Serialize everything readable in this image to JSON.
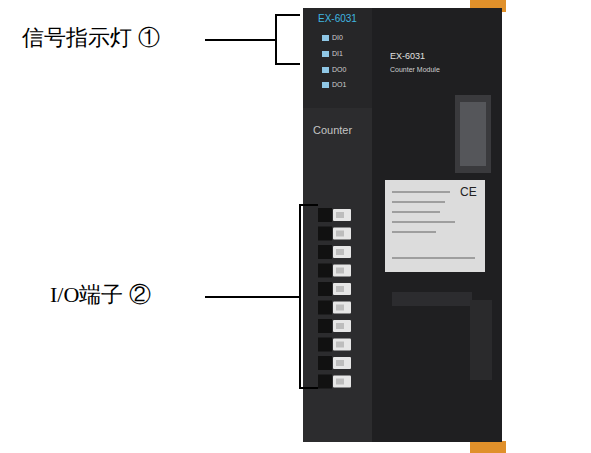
{
  "diagram": {
    "labels": [
      "信号指示灯 ①",
      "I/O端子 ②",
      "EX-6031",
      "DI0",
      "DI1",
      "DO0",
      "DO1",
      "Counter",
      "EX-6031",
      "Counter Module",
      "CE"
    ]
  }
}
